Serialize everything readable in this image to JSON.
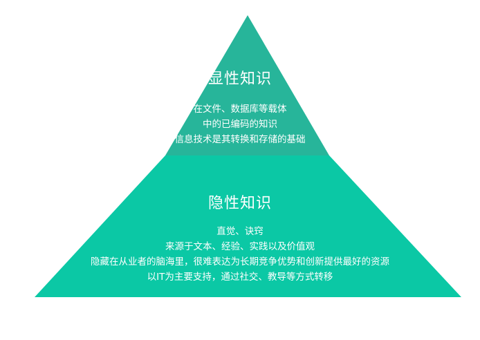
{
  "colors": {
    "top_layer": "#27b59a",
    "bottom_layer": "#0bc8a5",
    "text": "#ffffff"
  },
  "explicit": {
    "title": "显性知识",
    "lines": [
      "在文件、数据库等载体",
      "中的已编码的知识",
      "信息技术是其转换和存储的基础"
    ]
  },
  "tacit": {
    "title": "隐性知识",
    "lines": [
      "直觉、诀窍",
      "来源于文本、经验、实践以及价值观",
      "隐藏在从业者的脑海里，很难表达为长期竞争优势和创新提供最好的资源",
      "以IT为主要支持，通过社交、教导等方式转移"
    ]
  }
}
